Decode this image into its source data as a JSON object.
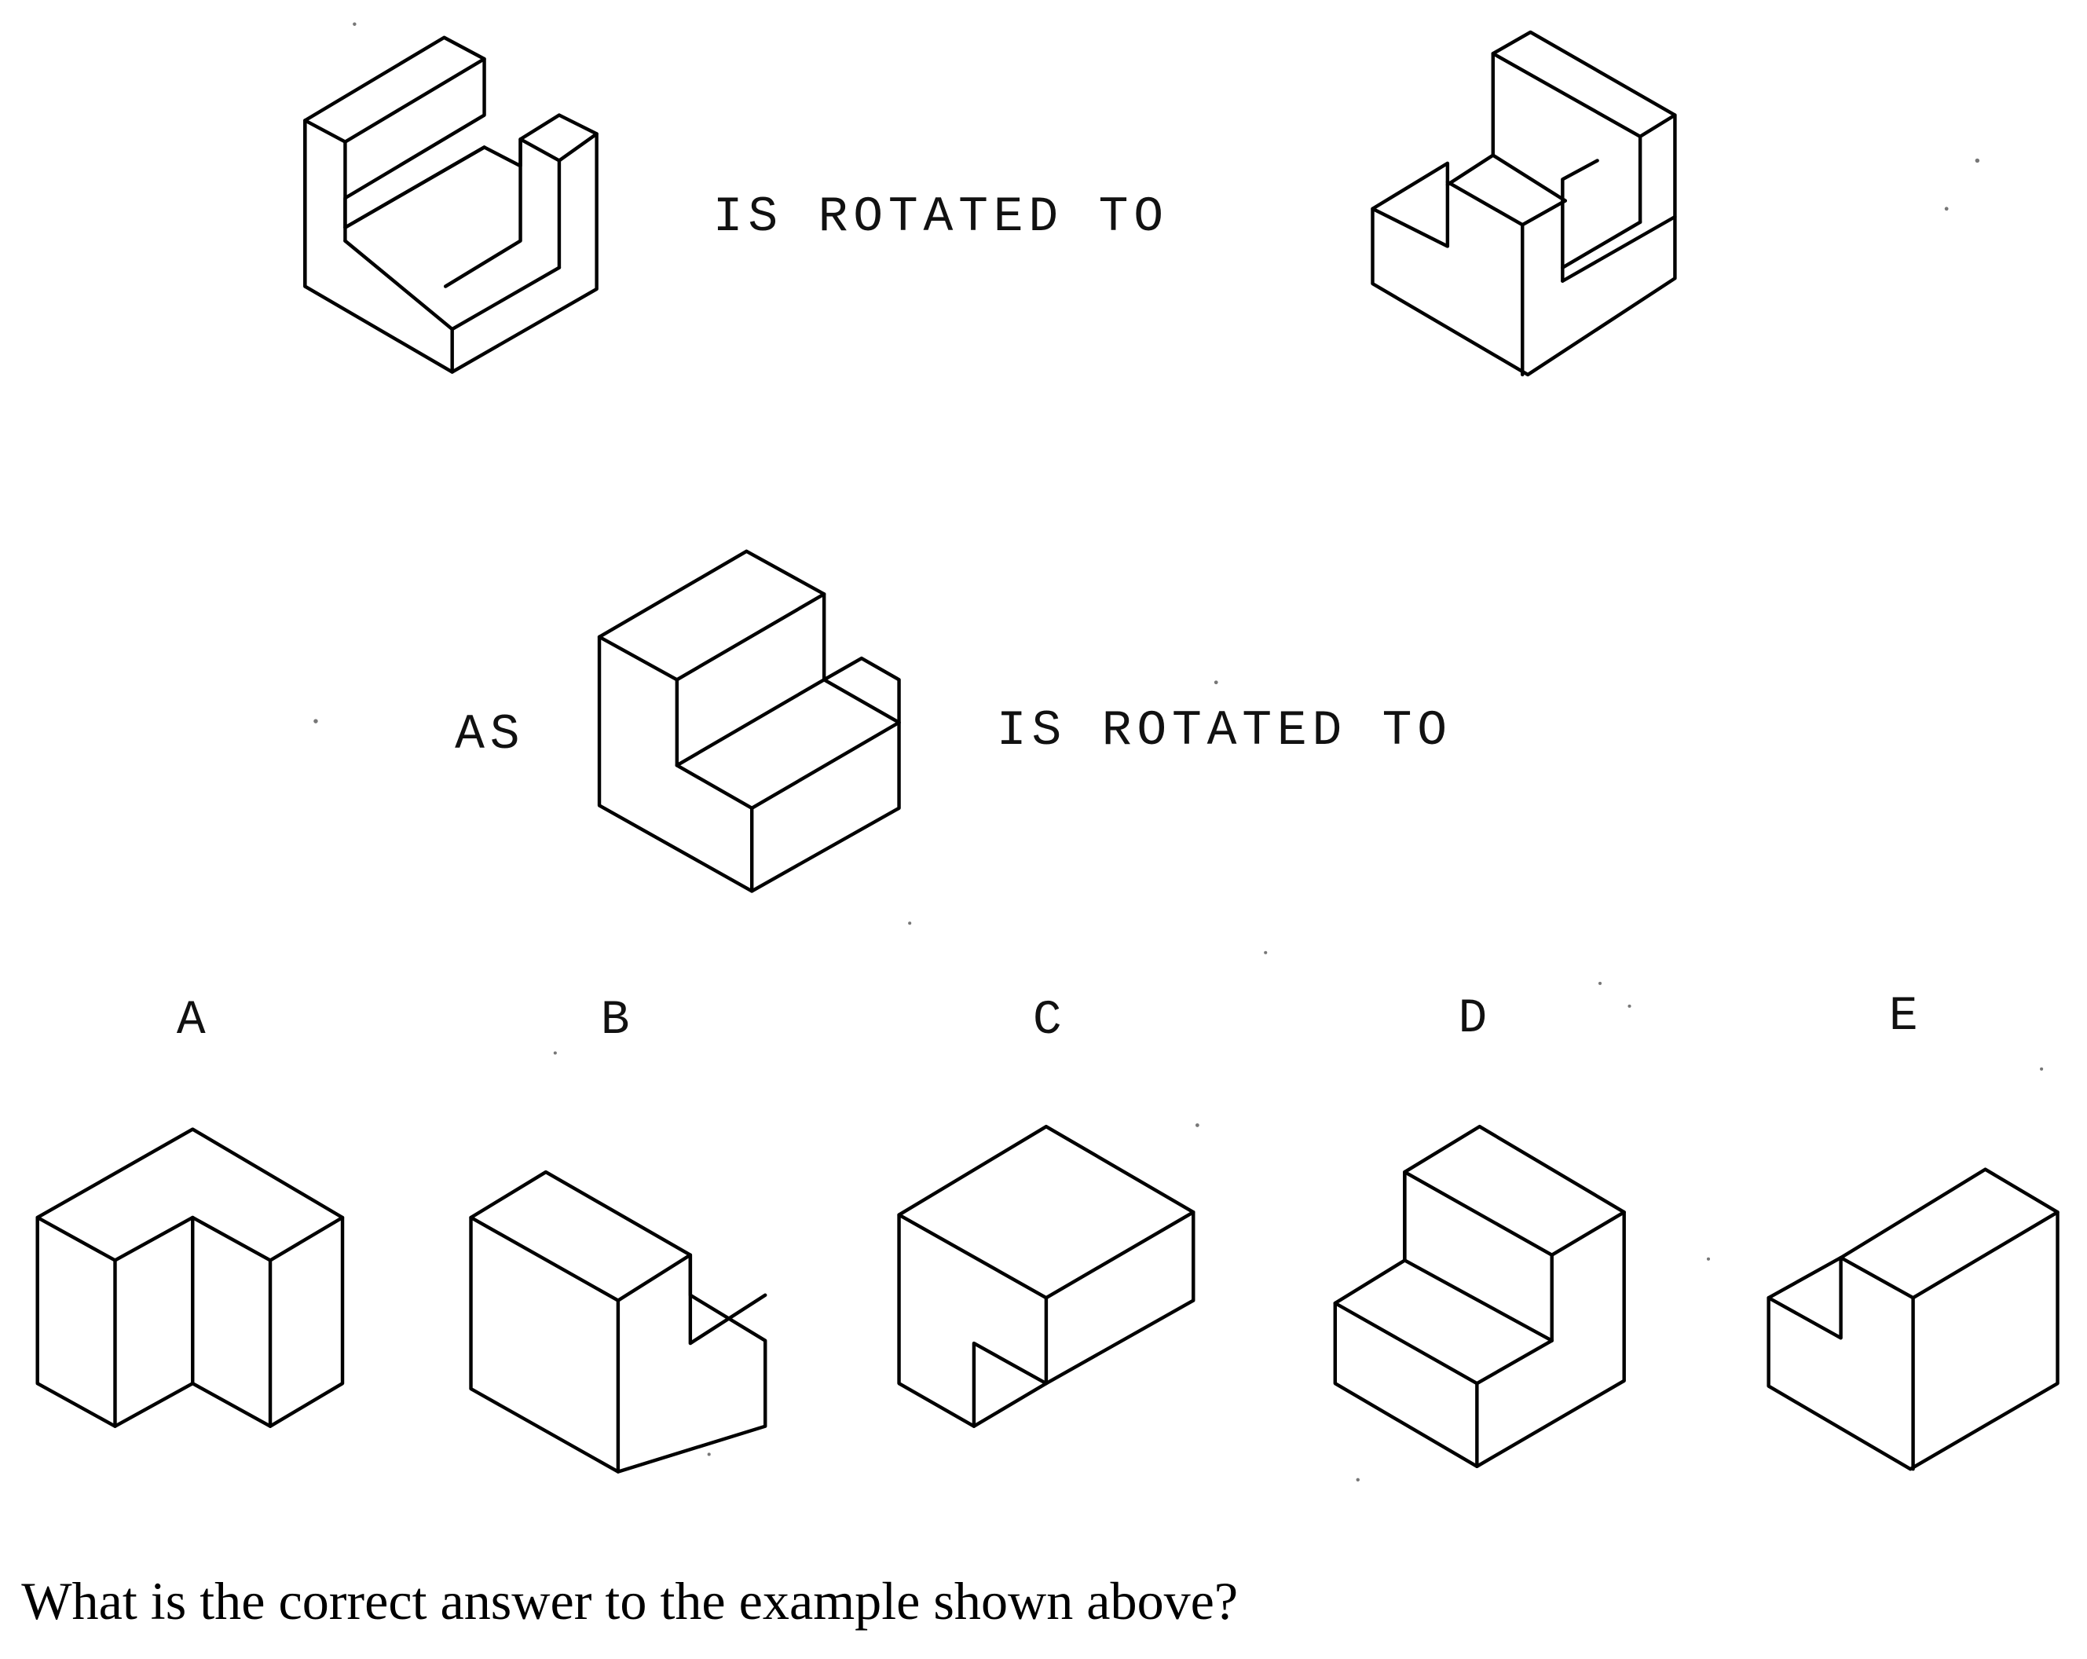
{
  "example": {
    "caption1": "IS ROTATED TO",
    "caption_as": "AS",
    "caption2": "IS ROTATED TO"
  },
  "options": [
    {
      "letter": "A"
    },
    {
      "letter": "B"
    },
    {
      "letter": "C"
    },
    {
      "letter": "D"
    },
    {
      "letter": "E"
    }
  ],
  "question": "What is the correct answer to the example shown above?",
  "colors": {
    "line": "#000000",
    "background": "#ffffff"
  }
}
